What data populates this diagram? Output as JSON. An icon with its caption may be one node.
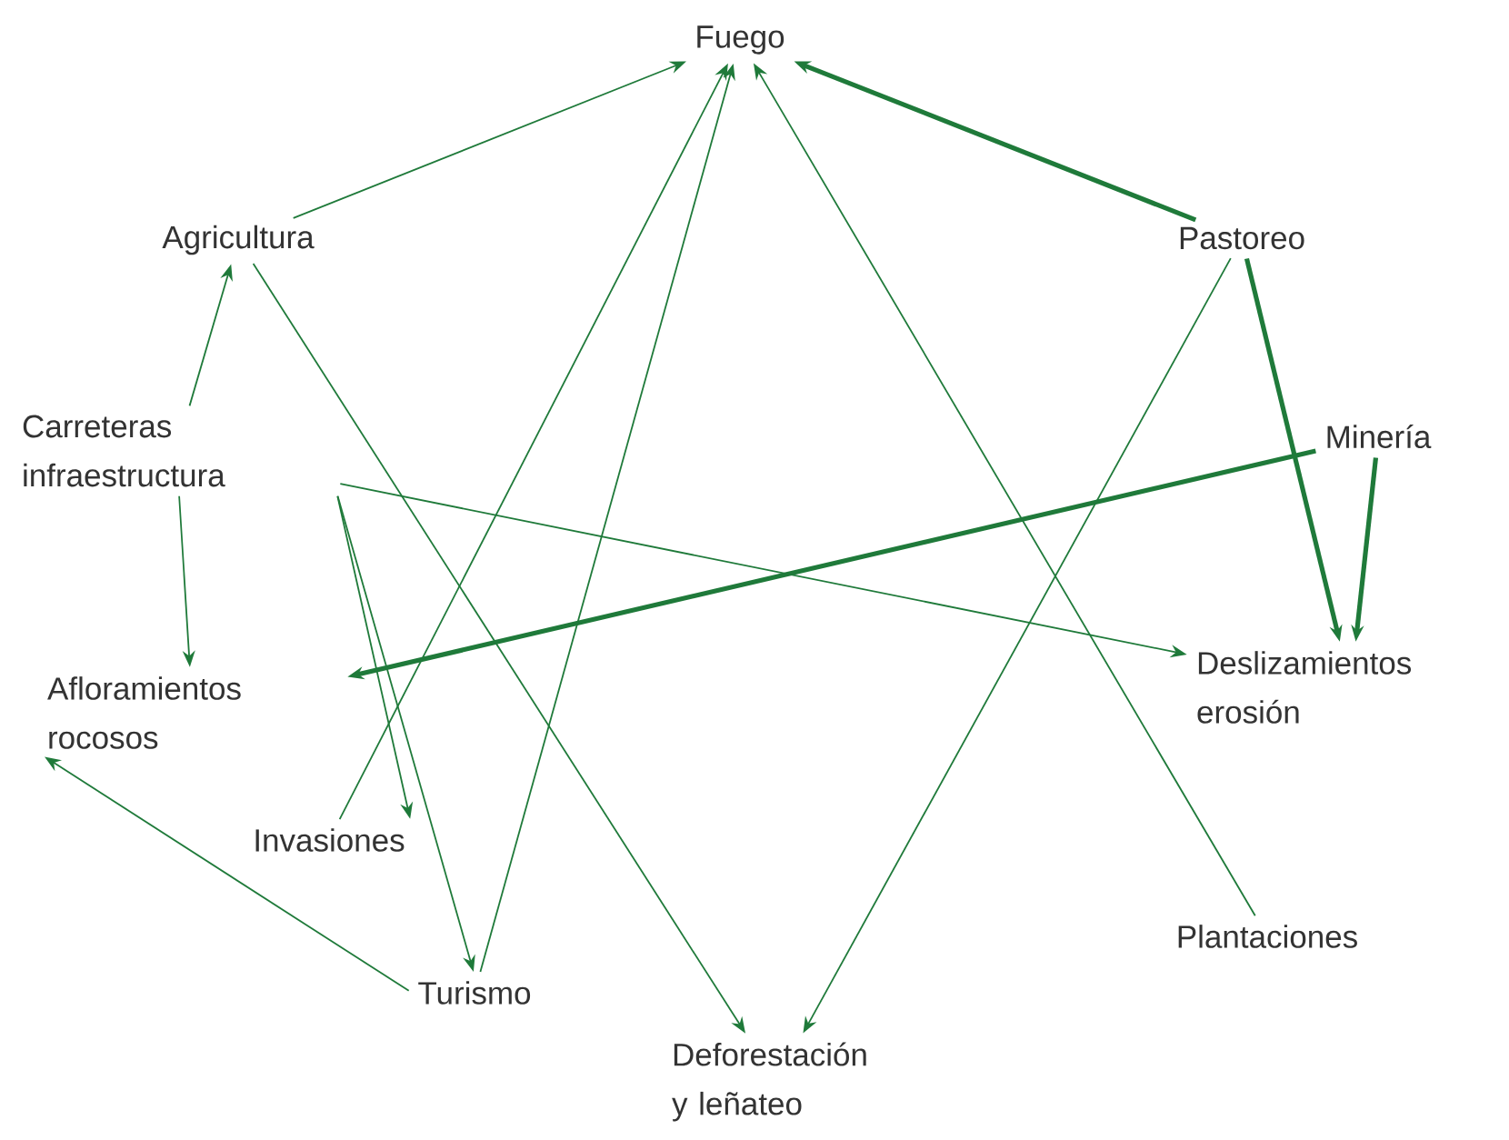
{
  "diagram": {
    "nodes": [
      {
        "text": [
          "Fuego"
        ]
      },
      {
        "text": [
          "Agricultura"
        ]
      },
      {
        "text": [
          "Pastoreo"
        ]
      },
      {
        "text": [
          "Carreteras infraestructura"
        ]
      },
      {
        "text": [
          "Minería"
        ]
      },
      {
        "text": [
          "Afloramientos rocosos"
        ]
      },
      {
        "text": [
          "Deslizamientos erosión"
        ]
      },
      {
        "text": [
          "Invasiones"
        ]
      },
      {
        "text": [
          "Plantaciones"
        ]
      },
      {
        "text": [
          "Turismo"
        ]
      },
      {
        "text": [
          "Deforestación y leñateo"
        ]
      }
    ],
    "edges": [
      {
        "from": 1,
        "to": 0,
        "arrow": "to"
      },
      {
        "from": 2,
        "to": 0,
        "arrow": "to",
        "style": "thick"
      },
      {
        "from": 2,
        "to": 6,
        "arrow": "to",
        "style": "thick"
      },
      {
        "from": 4,
        "to": 6,
        "arrow": "to",
        "style": "thick"
      },
      {
        "from": 4,
        "to": 5,
        "arrow": "to",
        "style": "thick"
      },
      {
        "from": 3,
        "to": 1,
        "arrow": "to"
      },
      {
        "from": 3,
        "to": 5,
        "arrow": "to"
      },
      {
        "from": 3,
        "to": 6,
        "arrow": "to"
      },
      {
        "from": 3,
        "to": 7,
        "arrow": "to"
      },
      {
        "from": 3,
        "to": 9,
        "arrow": "to"
      },
      {
        "from": 1,
        "to": 10,
        "arrow": "to"
      },
      {
        "from": 2,
        "to": 10,
        "arrow": "to"
      },
      {
        "from": 8,
        "to": 0,
        "arrow": "to"
      },
      {
        "from": 7,
        "to": 0,
        "arrow": "to"
      },
      {
        "from": 9,
        "to": 0,
        "arrow": "to"
      },
      {
        "from": 9,
        "to": 5,
        "arrow": "to"
      }
    ]
  }
}
